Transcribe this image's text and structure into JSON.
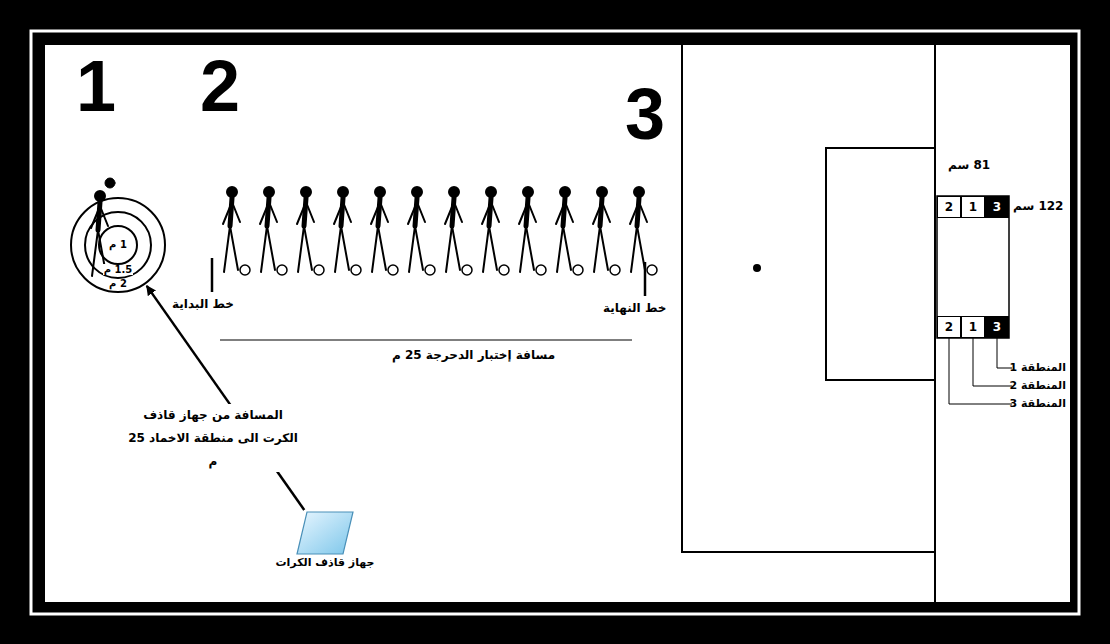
{
  "diagram": {
    "nodes": [
      {
        "text": [
          "2 م"
        ]
      },
      {
        "text": [
          "1.5 م"
        ],
        "in": 0
      },
      {
        "text": [
          "1 م"
        ],
        "in": 1
      },
      {
        "text": [
          "جهاز قاذف الكرات"
        ]
      },
      {
        "text": [
          "2"
        ]
      },
      {
        "text": [
          "1"
        ]
      },
      {
        "text": [
          "3"
        ]
      },
      {
        "text": [
          "2"
        ]
      },
      {
        "text": [
          "1"
        ]
      },
      {
        "text": [
          "3"
        ]
      }
    ],
    "edges": [
      {
        "from": 3,
        "to": 0,
        "arrow": "to"
      }
    ],
    "labels": [
      "1",
      "2",
      "3",
      "خط البداية",
      "خط النهاية",
      "مسافة إختبار الدحرجة 25 م",
      "المسافة من جهاز قاذف الكرت الى منطقة الاخماد 25 م",
      "81 سم",
      "122 سم",
      "المنطقة 1",
      "المنطقة 2",
      "المنطقة 3"
    ]
  }
}
